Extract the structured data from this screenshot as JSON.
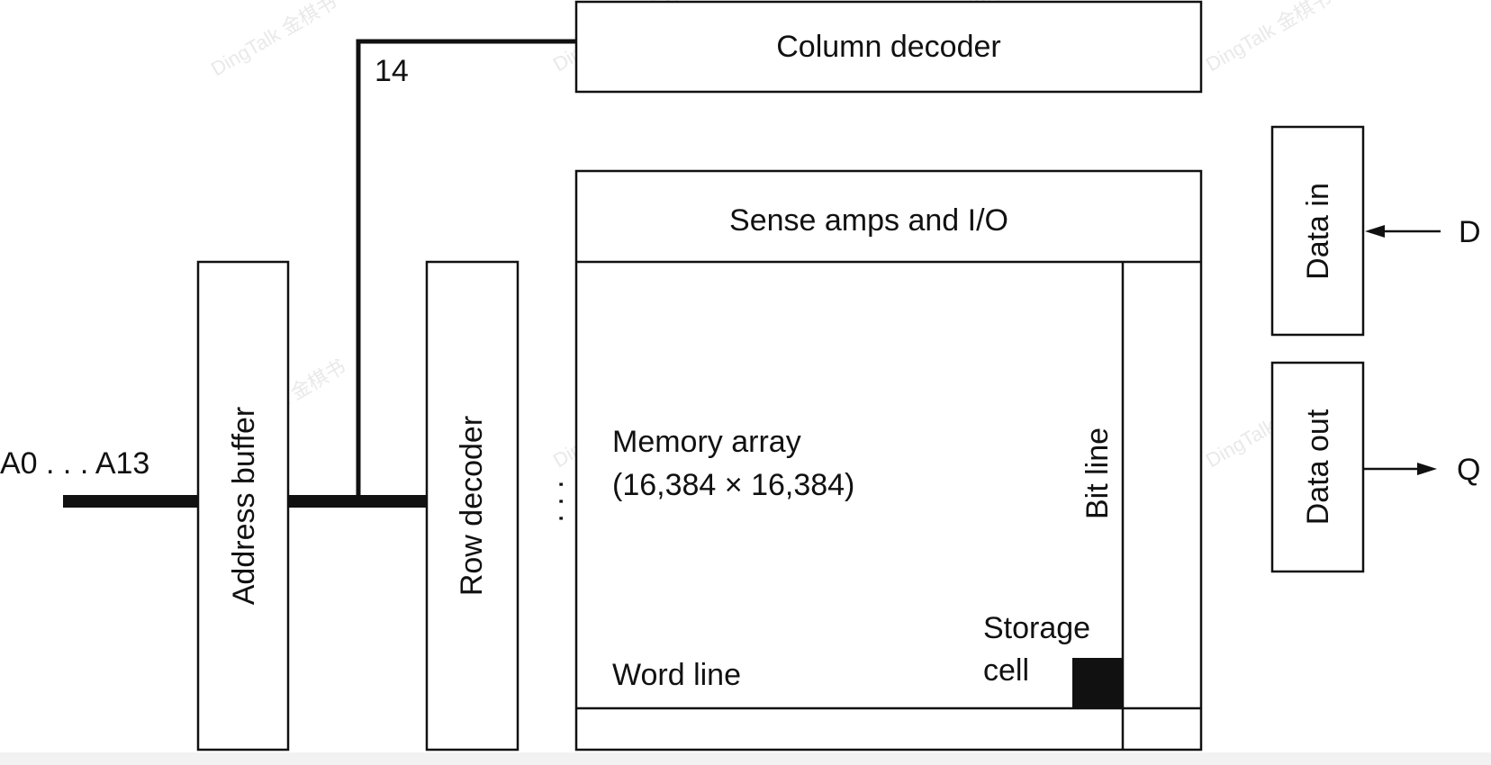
{
  "diagram": {
    "column_decoder": "Column decoder",
    "sense_amps": "Sense amps and I/O",
    "address_buffer": "Address buffer",
    "row_decoder": "Row decoder",
    "memory_array_line1": "Memory array",
    "memory_array_line2": "(16,384 × 16,384)",
    "bit_line": "Bit line",
    "word_line": "Word line",
    "storage_cell_line1": "Storage",
    "storage_cell_line2": "cell",
    "data_in": "Data in",
    "data_out": "Data out",
    "address_input": "A0 . . . A13",
    "bus_width": "14",
    "input_d": "D",
    "output_q": "Q",
    "ellipsis": ". . ."
  },
  "watermark": {
    "text": "DingTalk 金棋书"
  },
  "colors": {
    "ink": "#111111",
    "background": "#ffffff",
    "watermark": "#e9e9e9"
  }
}
